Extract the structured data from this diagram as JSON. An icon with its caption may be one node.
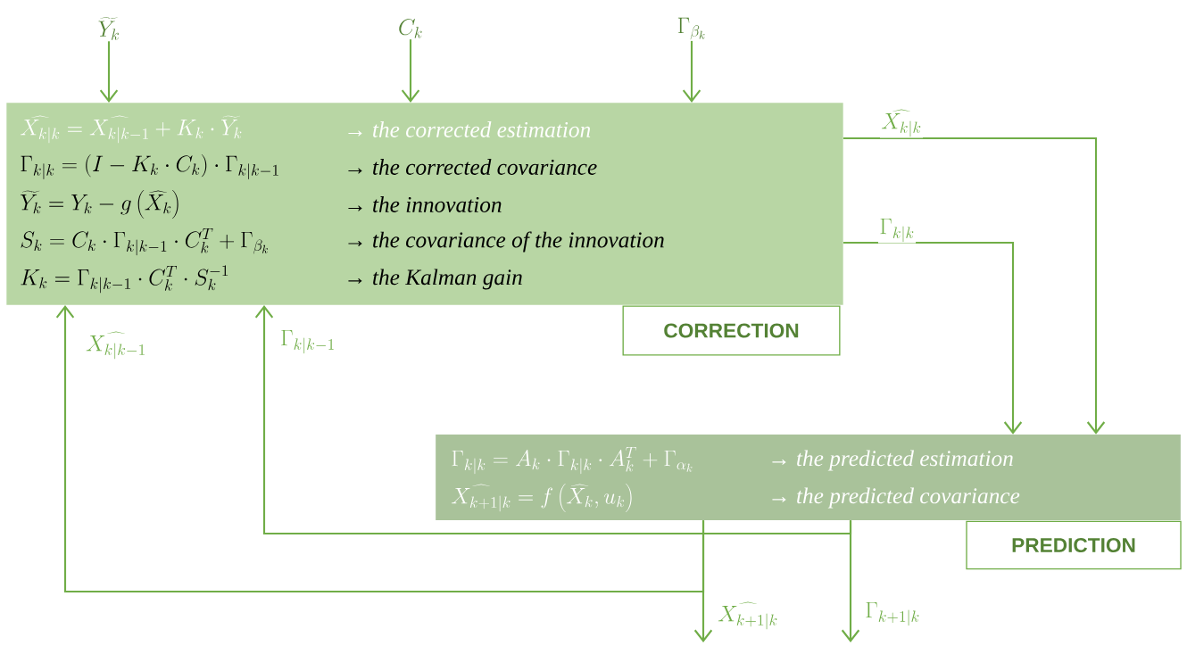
{
  "diagram": {
    "nodes": [
      {
        "text": [
          "\\widehat{X_{k|k}} = \\widehat{X_{k|k-1}} + K_k \\cdot \\widetilde{Y_k}",
          "→ the corrected estimation",
          "\\Gamma_{k|k} = (I - K_k \\cdot C_k) \\cdot \\Gamma_{k|k-1}",
          "→ the corrected covariance",
          "\\widetilde{Y_k} = Y_k - g\\left(\\widehat{X_k}\\right)",
          "→ the innovation",
          "S_k = C_k \\cdot \\Gamma_{k|k-1} \\cdot C_k^T + \\Gamma_{\\beta_k}",
          "→ the covariance of the innovation",
          "K_k = \\Gamma_{k|k-1} \\cdot C_k^T \\cdot S_k^{-1}",
          "→ the Kalman gain"
        ]
      },
      {
        "text": [
          "CORRECTION"
        ]
      },
      {
        "text": [
          "\\Gamma_{k|k} = A_k \\cdot \\Gamma_{k|k} \\cdot A_k^T + \\Gamma_{\\alpha_k}",
          "→ the predicted estimation",
          "\\widehat{X_{k+1|k}} = f\\left(\\widehat{X_k}, u_k\\right)",
          "→ the predicted covariance"
        ]
      },
      {
        "text": [
          "PREDICTION"
        ]
      },
      {
        "text": [
          "\\widetilde{Y_k}"
        ]
      },
      {
        "text": [
          "C_k"
        ]
      },
      {
        "text": [
          "\\Gamma_{\\beta_k}"
        ]
      }
    ],
    "edges": [
      {
        "from": 4,
        "to": 0,
        "arrow": "to"
      },
      {
        "from": 5,
        "to": 0,
        "arrow": "to"
      },
      {
        "from": 6,
        "to": 0,
        "arrow": "to"
      },
      {
        "from": 0,
        "to": 2,
        "arrow": "to",
        "label": "\\widehat{X_{k|k}}"
      },
      {
        "from": 0,
        "to": 2,
        "arrow": "to",
        "label": "\\Gamma_{k|k}"
      },
      {
        "from": 2,
        "to": 0,
        "arrow": "to",
        "label": "\\widehat{X_{k|k-1}}"
      },
      {
        "from": 2,
        "to": 0,
        "arrow": "to",
        "label": "\\Gamma_{k|k-1}"
      },
      {
        "from": 2,
        "to": null,
        "arrow": "to",
        "label": "\\widehat{X_{k+1|k}}"
      },
      {
        "from": 2,
        "to": null,
        "arrow": "to",
        "label": "\\Gamma_{k+1|k}"
      }
    ]
  }
}
